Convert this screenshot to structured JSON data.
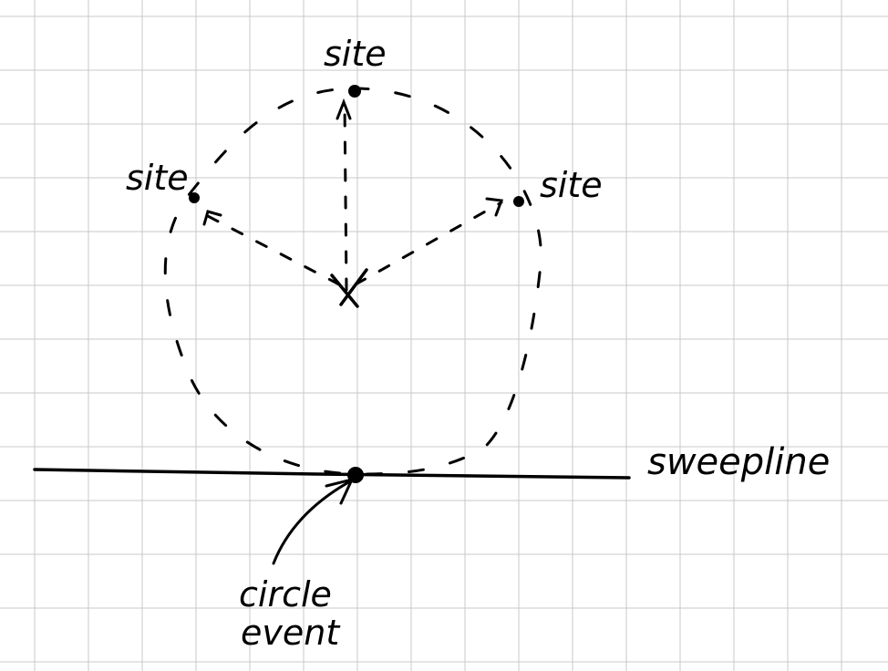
{
  "labels": {
    "site_top": "site",
    "site_left": "site",
    "site_right": "site",
    "sweepline": "sweepline",
    "circle_event_line1": "circle",
    "circle_event_line2": "event"
  },
  "colors": {
    "ink": "#000000",
    "grid": "#c8c8c8",
    "paper": "#ffffff"
  }
}
